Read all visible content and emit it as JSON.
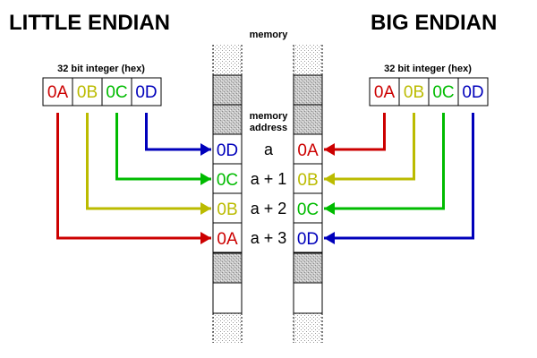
{
  "titles": {
    "left": "LITTLE ENDIAN",
    "right": "BIG ENDIAN",
    "memory": "memory",
    "memory_address_line1": "memory",
    "memory_address_line2": "address"
  },
  "integer_label": "32 bit integer (hex)",
  "bytes": [
    "0A",
    "0B",
    "0C",
    "0D"
  ],
  "byte_colors": [
    "#cc0000",
    "#bbbb00",
    "#00bb00",
    "#0000bb"
  ],
  "little_endian_memory": [
    "0D",
    "0C",
    "0B",
    "0A"
  ],
  "big_endian_memory": [
    "0A",
    "0B",
    "0C",
    "0D"
  ],
  "addresses": [
    "a",
    "a + 1",
    "a + 2",
    "a + 3"
  ]
}
